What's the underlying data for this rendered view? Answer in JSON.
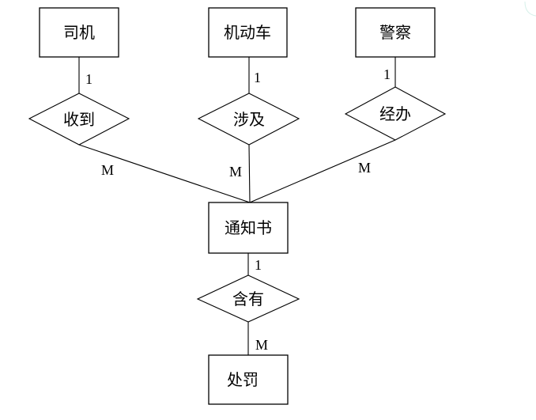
{
  "entities": {
    "driver": "司机",
    "vehicle": "机动车",
    "police": "警察",
    "notice": "通知书",
    "penalty": "处罚"
  },
  "relationships": {
    "receives": "收到",
    "involves": "涉及",
    "handles": "经办",
    "contains": "含有"
  },
  "cardinalities": {
    "driver_one": "1",
    "vehicle_one": "1",
    "police_one": "1",
    "receives_many": "M",
    "involves_many": "M",
    "handles_many": "M",
    "notice_one": "1",
    "penalty_many": "M"
  }
}
